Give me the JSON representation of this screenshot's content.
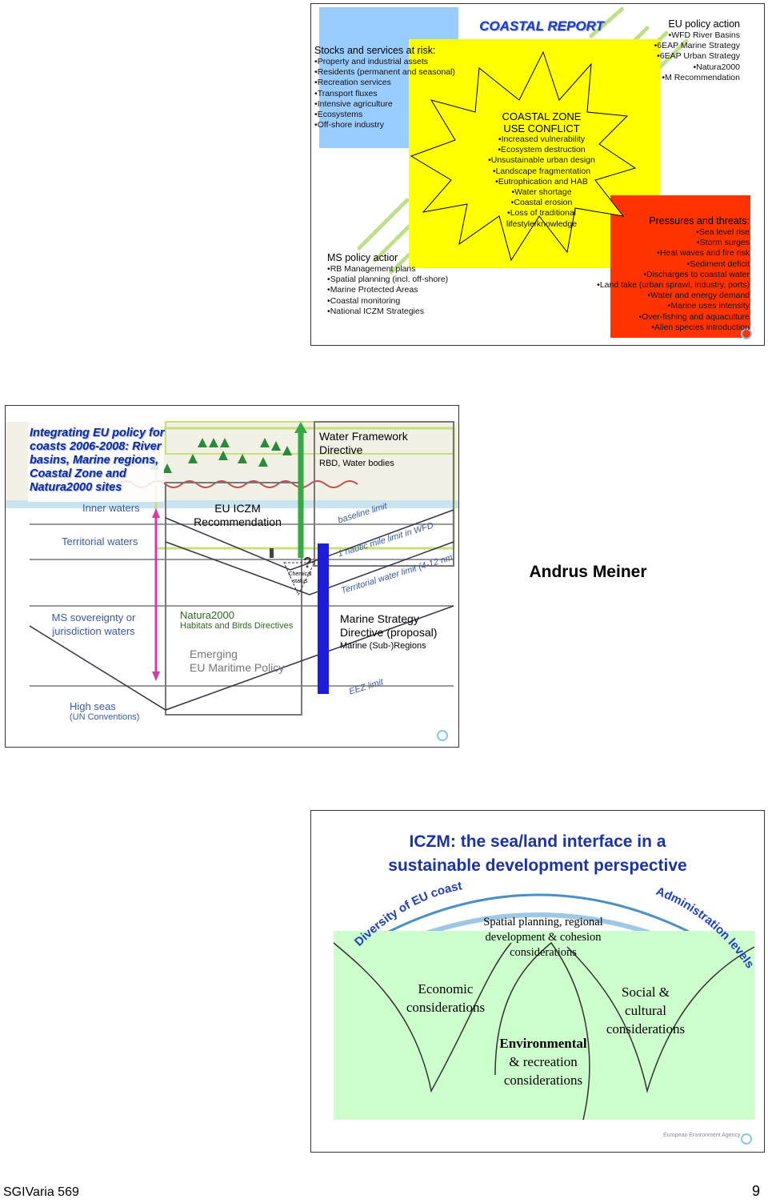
{
  "slide1": {
    "title": "COASTAL REPORT",
    "stocks": {
      "heading": "Stocks and services at risk:",
      "items": [
        "Property and industrial assets",
        "Residents (permanent and seasonal)",
        "Recreation services",
        "Transport fluxes",
        "Intensive agriculture",
        "Ecosystems",
        "Off-shore industry"
      ]
    },
    "eu_policy": {
      "heading": "EU policy action",
      "items": [
        "WFD River Basins",
        "6EAP Marine Strategy",
        "6EAP Urban Strategy",
        "Natura2000",
        "M Recommendation"
      ]
    },
    "conflict": {
      "heading_line1": "COASTAL ZONE",
      "heading_line2": "USE CONFLICT",
      "items": [
        "Increased vulnerability",
        "Ecosystem destruction",
        "Unsustainable urban design",
        "Landscape fragmentation",
        "Eutrophication and HAB",
        "Water shortage",
        "Coastal erosion",
        "Loss of traditional"
      ],
      "last_line": "lifestyle/knowledge"
    },
    "ms_policy": {
      "heading": "MS policy actior",
      "items": [
        "RB Management plans",
        "Spatial planning (incl. off-shore)",
        "Marine Protected Areas",
        "Coastal monitoring",
        "National ICZM Strategies"
      ]
    },
    "pressures": {
      "heading": "Pressures and threats:",
      "items": [
        "Sea level rise",
        "Storm surges",
        "Heat waves and fire risk",
        "Sediment deficit",
        "Discharges to coastal water",
        "Land take (urban sprawl, industry, ports)",
        "Water and energy demand",
        "Marine uses intensity",
        "Over-fishing and aquaculture",
        "Alien species introduction"
      ]
    },
    "colors": {
      "blue_box": "#99ccff",
      "yellow": "#ffff00",
      "red": "#ff3300",
      "arrow_green": "#ccee88"
    }
  },
  "slide2": {
    "title_lines": [
      "Integrating EU policy for",
      "coasts 2006-2008: River",
      "basins, Marine regions,",
      "Coastal Zone and",
      "Natura2000 sites"
    ],
    "wfd": {
      "line1": "Water Framework",
      "line2": "Directive",
      "sub": "RBD, Water bodies"
    },
    "inner_waters": "Inner waters",
    "territorial_waters": "Territorial waters",
    "iczm_line1": "EU ICZM",
    "iczm_line2": "Recommendation",
    "baseline_limit": "baseline limit",
    "nautic_limit": "1 nautic mile limit in WFD",
    "territorial_limit": "Territorial water limit (4-12 nm",
    "chemical_line1": "Chemical",
    "chemical_line2": "status",
    "question_mark": "?",
    "ms_sovereignty_line1": "MS sovereignty or",
    "ms_sovereignty_line2": "jurisdiction waters",
    "natura_title": "Natura2000",
    "natura_sub": "Habitats and Birds Directives",
    "emerging_line1": "Emerging",
    "emerging_line2": "EU Maritime Policy",
    "msd_line1": "Marine Strategy",
    "msd_line2": "Directive (proposal)",
    "msd_sub": "Marine (Sub-)Regions",
    "eez_limit": "EEZ limit",
    "high_seas": "High seas",
    "un_conventions": "(UN Conventions)"
  },
  "author": "Andrus Meiner",
  "slide3": {
    "title_line1": "ICZM: the sea/land interface in a",
    "title_line2": "sustainable development perspective",
    "arc_left": "Diversity of EU coasts",
    "arc_right": "Administration levels",
    "spatial_lines": [
      "Spatial planning, regional",
      "development & cohesion",
      "considerations"
    ],
    "economic_lines": [
      "Economic",
      "considerations"
    ],
    "environmental_bold": "Environmental",
    "environmental_lines": [
      "& recreation",
      "considerations"
    ],
    "social_lines": [
      "Social &",
      "cultural",
      "considerations"
    ],
    "agency": "European Environment Agency",
    "colors": {
      "title": "#1a33a6",
      "green_box": "#ccffcc"
    }
  },
  "footer": {
    "left": "SGIVaria 569",
    "right": "9"
  }
}
